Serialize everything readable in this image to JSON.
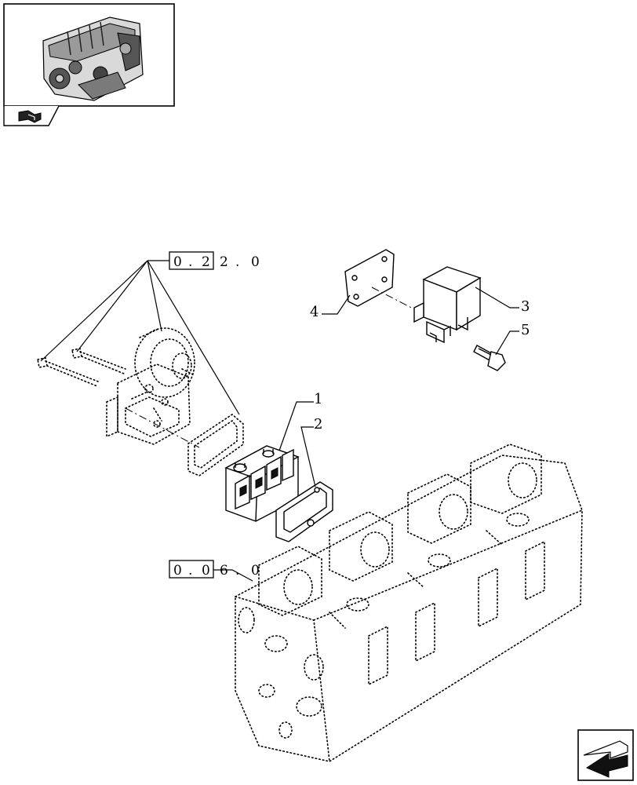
{
  "reference_boxes": [
    {
      "id": "ref-top",
      "boxed": [
        "0",
        ".",
        "2"
      ],
      "rest": [
        "2",
        ".",
        "0"
      ]
    },
    {
      "id": "ref-bottom",
      "boxed": [
        "0",
        ".",
        "0"
      ],
      "rest": [
        "6",
        ".",
        "0"
      ]
    }
  ],
  "callouts": {
    "c1": "1",
    "c2": "2",
    "c3": "3",
    "c4": "4",
    "c5": "5"
  },
  "icons": {
    "thumbnail": "engine-thumbnail-icon",
    "tab": "book-page-icon",
    "nav": "next-page-arrow-icon"
  }
}
